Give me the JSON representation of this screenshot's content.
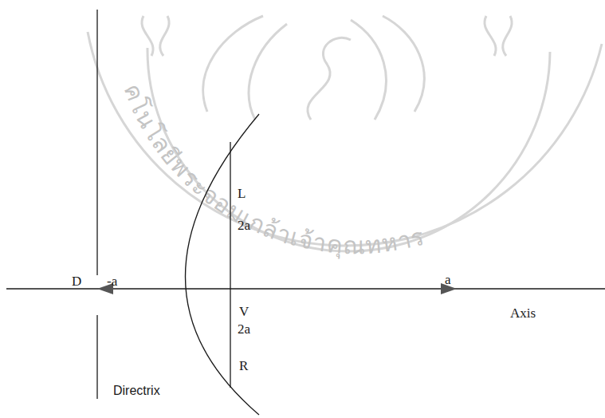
{
  "diagram": {
    "labels": [
      "คโนโลยีพระจอมเกล้าเจ้าคุณทหาร",
      "L",
      "2a",
      "D",
      "-a",
      "a",
      "V",
      "Axis",
      "2a",
      "R",
      "Directrix"
    ]
  }
}
